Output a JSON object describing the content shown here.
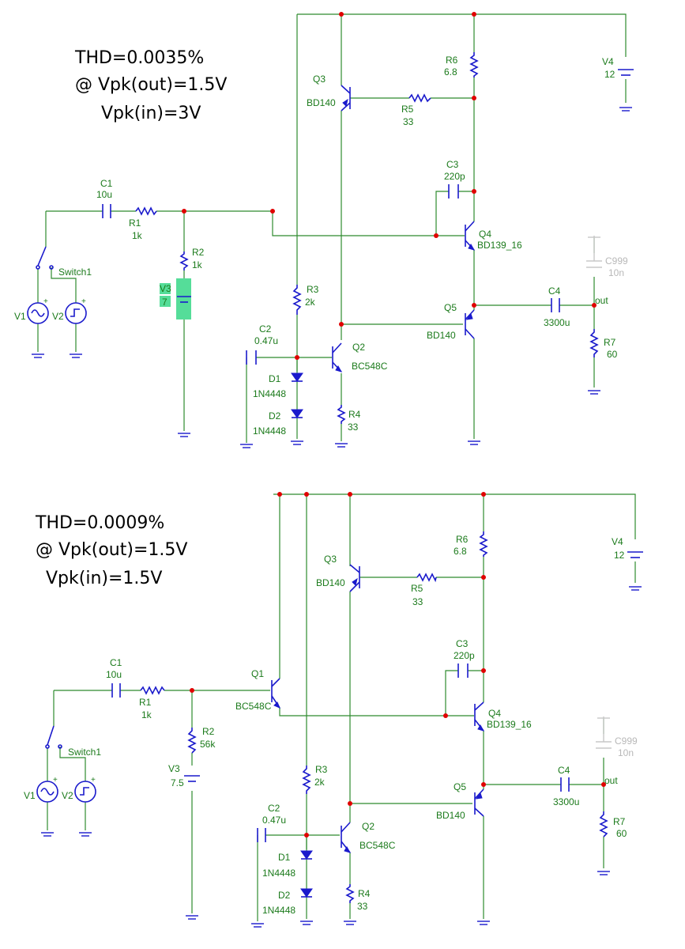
{
  "top": {
    "thd": "THD=0.0035%",
    "vout": "@ Vpk(out)=1.5V",
    "vin": "Vpk(in)=3V",
    "C1": {
      "name": "C1",
      "val": "10u"
    },
    "R1": {
      "name": "R1",
      "val": "1k"
    },
    "R2": {
      "name": "R2",
      "val": "1k"
    },
    "V3": {
      "name": "V3",
      "val": "7"
    },
    "R3": {
      "name": "R3",
      "val": "2k"
    },
    "C2": {
      "name": "C2",
      "val": "0.47u"
    },
    "D1": {
      "name": "D1",
      "val": "1N4448"
    },
    "D2": {
      "name": "D2",
      "val": "1N4448"
    },
    "Q2": {
      "name": "Q2",
      "val": "BC548C"
    },
    "R4": {
      "name": "R4",
      "val": "33"
    },
    "Q3": {
      "name": "Q3",
      "val": "BD140"
    },
    "R5": {
      "name": "R5",
      "val": "33"
    },
    "R6": {
      "name": "R6",
      "val": "6.8"
    },
    "C3": {
      "name": "C3",
      "val": "220p"
    },
    "Q4": {
      "name": "Q4",
      "val": "BD139_16"
    },
    "Q5": {
      "name": "Q5",
      "val": "BD140"
    },
    "C4": {
      "name": "C4",
      "val": "3300u"
    },
    "R7": {
      "name": "R7",
      "val": "60"
    },
    "C999": {
      "name": "C999",
      "val": "10n"
    },
    "V4": {
      "name": "V4",
      "val": "12"
    },
    "V1": "V1",
    "V2": "V2",
    "Switch1": "Switch1",
    "out": "out"
  },
  "bottom": {
    "thd": "THD=0.0009%",
    "vout": "@ Vpk(out)=1.5V",
    "vin": "Vpk(in)=1.5V",
    "C1": {
      "name": "C1",
      "val": "10u"
    },
    "R1": {
      "name": "R1",
      "val": "1k"
    },
    "Q1": {
      "name": "Q1",
      "val": "BC548C"
    },
    "R2": {
      "name": "R2",
      "val": "56k"
    },
    "V3": {
      "name": "V3",
      "val": "7.5"
    },
    "R3": {
      "name": "R3",
      "val": "2k"
    },
    "C2": {
      "name": "C2",
      "val": "0.47u"
    },
    "D1": {
      "name": "D1",
      "val": "1N4448"
    },
    "D2": {
      "name": "D2",
      "val": "1N4448"
    },
    "Q2": {
      "name": "Q2",
      "val": "BC548C"
    },
    "R4": {
      "name": "R4",
      "val": "33"
    },
    "Q3": {
      "name": "Q3",
      "val": "BD140"
    },
    "R5": {
      "name": "R5",
      "val": "33"
    },
    "R6": {
      "name": "R6",
      "val": "6.8"
    },
    "C3": {
      "name": "C3",
      "val": "220p"
    },
    "Q4": {
      "name": "Q4",
      "val": "BD139_16"
    },
    "Q5": {
      "name": "Q5",
      "val": "BD140"
    },
    "C4": {
      "name": "C4",
      "val": "3300u"
    },
    "R7": {
      "name": "R7",
      "val": "60"
    },
    "C999": {
      "name": "C999",
      "val": "10n"
    },
    "V4": {
      "name": "V4",
      "val": "12"
    },
    "V1": "V1",
    "V2": "V2",
    "Switch1": "Switch1",
    "out": "out"
  }
}
